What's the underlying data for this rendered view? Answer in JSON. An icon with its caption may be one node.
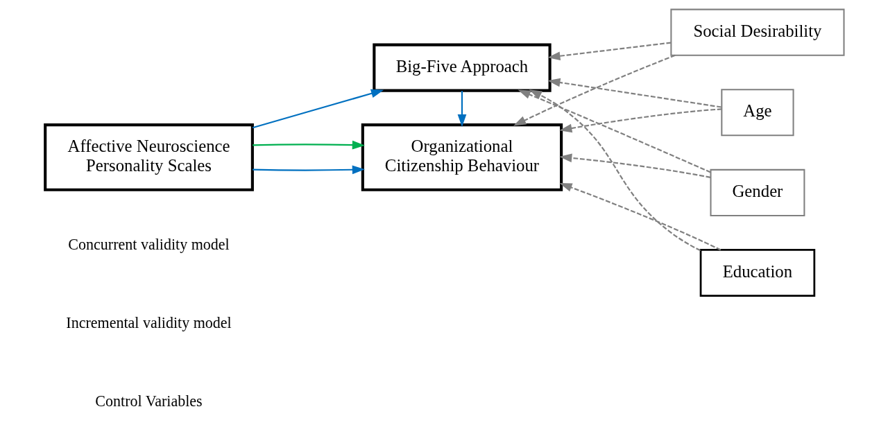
{
  "diagram": {
    "nodes": [
      {
        "text": [
          "Big-Five Approach"
        ]
      },
      {
        "text": [
          "Social Desirability"
        ]
      },
      {
        "text": [
          "Affective Neuroscience Personality Scales"
        ]
      },
      {
        "text": [
          "Age"
        ]
      },
      {
        "text": [
          "Organizational Citizenship Behaviour"
        ]
      },
      {
        "text": [
          "Gender"
        ]
      },
      {
        "text": [
          "Education"
        ]
      }
    ],
    "edges": [
      {
        "from": 2,
        "to": 0,
        "arrow": "to",
        "color": "#0070c0"
      },
      {
        "from": 0,
        "to": 4,
        "arrow": "to",
        "color": "#0070c0"
      },
      {
        "from": 2,
        "to": 4,
        "arrow": "to",
        "color": "#0070c0"
      },
      {
        "from": 2,
        "to": 4,
        "arrow": "to",
        "color": "#00b050"
      },
      {
        "from": 1,
        "to": 0,
        "arrow": "to",
        "style": "dashed"
      },
      {
        "from": 1,
        "to": 4,
        "arrow": "to",
        "style": "dashed"
      },
      {
        "from": 3,
        "to": 0,
        "arrow": "to",
        "style": "dashed"
      },
      {
        "from": 3,
        "to": 4,
        "arrow": "to",
        "style": "dashed"
      },
      {
        "from": 5,
        "to": 0,
        "arrow": "to",
        "style": "dashed"
      },
      {
        "from": 5,
        "to": 4,
        "arrow": "to",
        "style": "dashed"
      },
      {
        "from": 6,
        "to": 0,
        "arrow": "to",
        "style": "dashed"
      },
      {
        "from": 6,
        "to": 4,
        "arrow": "to",
        "style": "dashed"
      }
    ],
    "legend": [
      {
        "text": "Concurrent validity model"
      },
      {
        "text": "Incremental validity model"
      },
      {
        "text": "Control Variables"
      }
    ]
  }
}
